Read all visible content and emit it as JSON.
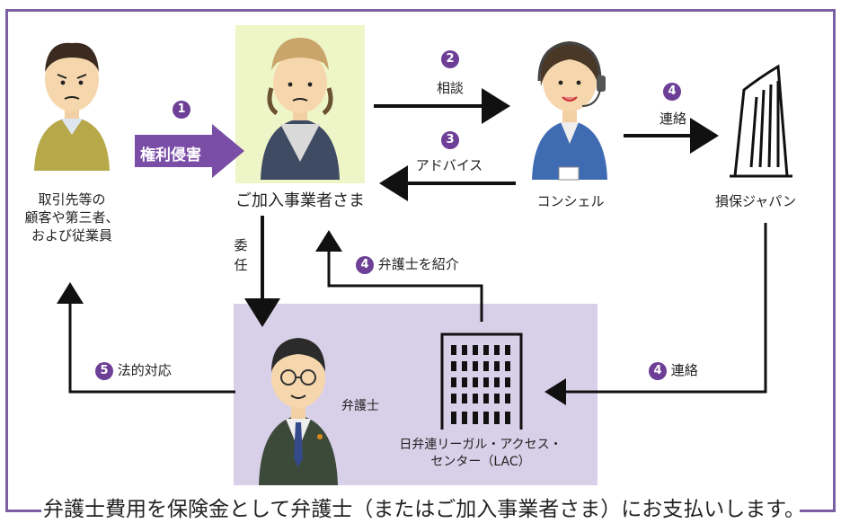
{
  "actors": {
    "victim_party": "取引先等の\n顧客や第三者、\nおよび従業員",
    "client": "ご加入事業者さま",
    "concierge": "コンシェル",
    "insurer": "損保ジャパン",
    "lawyer": "弁護士",
    "lac": "日弁連リーガル・アクセス・\nセンター（LAC）"
  },
  "steps": {
    "s1": {
      "num": "1",
      "label": "権利侵害"
    },
    "s2": {
      "num": "2",
      "label": "相談"
    },
    "s3": {
      "num": "3",
      "label": "アドバイス"
    },
    "s4a": {
      "num": "4",
      "label": "連絡"
    },
    "s4b": {
      "num": "4",
      "label": "弁護士を紹介"
    },
    "s4c": {
      "num": "4",
      "label": "連絡"
    },
    "s5": {
      "num": "5",
      "label": "法的対応"
    },
    "delegate": "委\n任"
  },
  "footer": "弁護士費用を保険金として弁護士（またはご加入事業者さま）にお支払いします。",
  "colors": {
    "accent": "#6d3f96",
    "frame": "#7a5fa3",
    "highlight": "#eef5c7",
    "lac_bg": "#d8d0e8"
  }
}
